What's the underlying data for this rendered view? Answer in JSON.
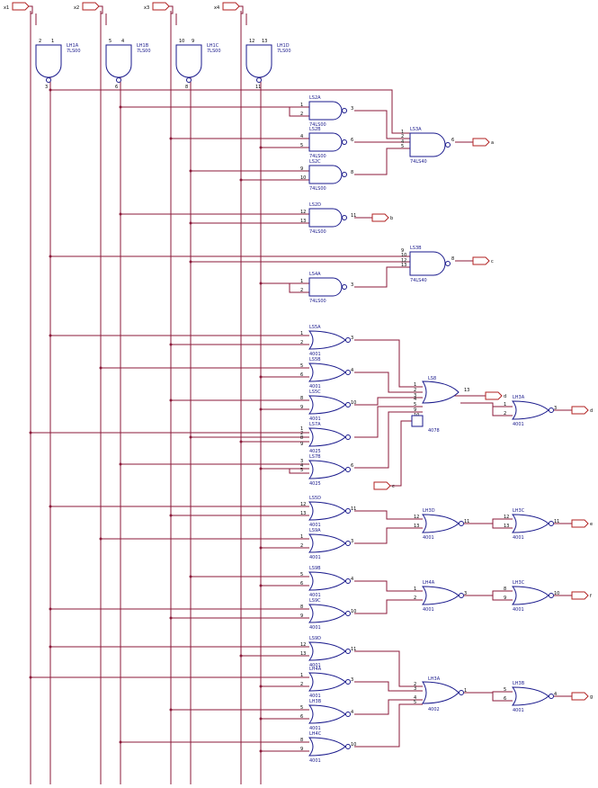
{
  "inputs": [
    "x1",
    "x2",
    "x3",
    "x4"
  ],
  "outputs": [
    "a",
    "b",
    "c",
    "d",
    "e",
    "f",
    "g"
  ],
  "aux_ports": [
    "d",
    "c"
  ],
  "colors": {
    "wire": "#8b1a3a",
    "gate": "#1a1a8c",
    "port": "#b22222",
    "text": "#000000"
  },
  "gates": [
    {
      "id": "LH1A",
      "type": "7LS00",
      "pins": [
        "2",
        "1",
        "3"
      ]
    },
    {
      "id": "LH1B",
      "type": "7LS00",
      "pins": [
        "5",
        "4",
        "6"
      ]
    },
    {
      "id": "LH1C",
      "type": "7LS00",
      "pins": [
        "10",
        "9",
        "8"
      ]
    },
    {
      "id": "LH1D",
      "type": "7LS00",
      "pins": [
        "12",
        "13",
        "11"
      ]
    },
    {
      "id": "LS2A",
      "type": "74LS00",
      "pins": [
        "1",
        "2",
        "3"
      ]
    },
    {
      "id": "LS2B",
      "type": "74LS00",
      "pins": [
        "4",
        "5",
        "6"
      ]
    },
    {
      "id": "LS2C",
      "type": "74LS00",
      "pins": [
        "9",
        "10",
        "8"
      ]
    },
    {
      "id": "LS3A",
      "type": "74LS40",
      "pins": [
        "1",
        "2",
        "4",
        "5",
        "6"
      ]
    },
    {
      "id": "LS2D",
      "type": "74LS00",
      "pins": [
        "12",
        "13",
        "11"
      ]
    },
    {
      "id": "LS3B",
      "type": "74LS40",
      "pins": [
        "9",
        "10",
        "12",
        "13",
        "8"
      ]
    },
    {
      "id": "LS4A",
      "type": "74LS00",
      "pins": [
        "1",
        "2",
        "3"
      ]
    },
    {
      "id": "LS5A",
      "type": "4001",
      "pins": [
        "1",
        "2",
        "3"
      ]
    },
    {
      "id": "LS5B",
      "type": "4001",
      "pins": [
        "5",
        "6",
        "4"
      ]
    },
    {
      "id": "LS5C",
      "type": "4001",
      "pins": [
        "8",
        "9",
        "10"
      ]
    },
    {
      "id": "LS7A",
      "type": "4025",
      "pins": [
        "1",
        "2",
        "8",
        "9"
      ]
    },
    {
      "id": "LS7B",
      "type": "4025",
      "pins": [
        "3",
        "4",
        "5",
        "6"
      ]
    },
    {
      "id": "LS8",
      "type": "4078",
      "pins": [
        "1",
        "2",
        "3",
        "4",
        "5",
        "9",
        "10",
        "11",
        "12",
        "13"
      ]
    },
    {
      "id": "LH3A",
      "type": "4001",
      "pins": [
        "1",
        "2",
        "3"
      ]
    },
    {
      "id": "LS5D",
      "type": "4001",
      "pins": [
        "12",
        "13",
        "11"
      ]
    },
    {
      "id": "LS9A",
      "type": "4001",
      "pins": [
        "1",
        "2",
        "3"
      ]
    },
    {
      "id": "LH3D",
      "type": "4001",
      "pins": [
        "12",
        "13",
        "11"
      ]
    },
    {
      "id": "LH3C",
      "type": "4001",
      "pins": [
        "12",
        "13",
        "11"
      ]
    },
    {
      "id": "LS9B",
      "type": "4001",
      "pins": [
        "5",
        "6",
        "4"
      ]
    },
    {
      "id": "LS9C",
      "type": "4001",
      "pins": [
        "8",
        "9",
        "10"
      ]
    },
    {
      "id": "LH4A",
      "type": "4001",
      "pins": [
        "1",
        "2",
        "3"
      ]
    },
    {
      "id": "LH3C",
      "type": "4001",
      "pins": [
        "8",
        "9",
        "10"
      ]
    },
    {
      "id": "LS9D",
      "type": "4001",
      "pins": [
        "12",
        "13",
        "11"
      ]
    },
    {
      "id": "LH4A",
      "type": "4001",
      "pins": [
        "1",
        "2",
        "3"
      ]
    },
    {
      "id": "LH3B",
      "type": "4001",
      "pins": [
        "5",
        "6",
        "4"
      ]
    },
    {
      "id": "LH4C",
      "type": "4001",
      "pins": [
        "8",
        "9",
        "10"
      ]
    },
    {
      "id": "LH3A",
      "type": "4002",
      "pins": [
        "2",
        "3",
        "4",
        "5",
        "1"
      ]
    },
    {
      "id": "LH3B",
      "type": "4001",
      "pins": [
        "5",
        "6",
        "4"
      ]
    }
  ]
}
